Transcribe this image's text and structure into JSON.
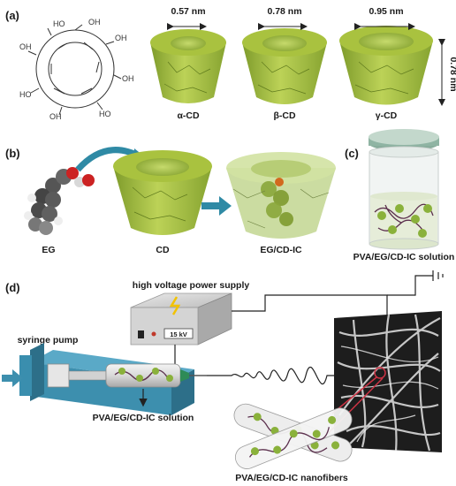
{
  "panels": {
    "a": "(a)",
    "b": "(b)",
    "c": "(c)",
    "d": "(d)"
  },
  "panel_a": {
    "dims": [
      "0.57 nm",
      "0.78 nm",
      "0.95 nm"
    ],
    "height": "0.78 nm",
    "cd_labels": [
      "α-CD",
      "β-CD",
      "γ-CD"
    ]
  },
  "panel_b": {
    "eg": "EG",
    "cd": "CD",
    "complex": "EG/CD-IC"
  },
  "panel_c": {
    "solution": "PVA/EG/CD-IC solution"
  },
  "panel_d": {
    "power_supply": "high voltage power supply",
    "voltage": "15 kV",
    "syringe_pump": "syringe pump",
    "solution": "PVA/EG/CD-IC solution",
    "nanofibers": "PVA/EG/CD-IC nanofibers"
  },
  "colors": {
    "cd_green": "#a9c23f",
    "cd_dark": "#7d9a2a",
    "pump_blue": "#3d8fae",
    "arrow_teal": "#2f8aa5"
  }
}
